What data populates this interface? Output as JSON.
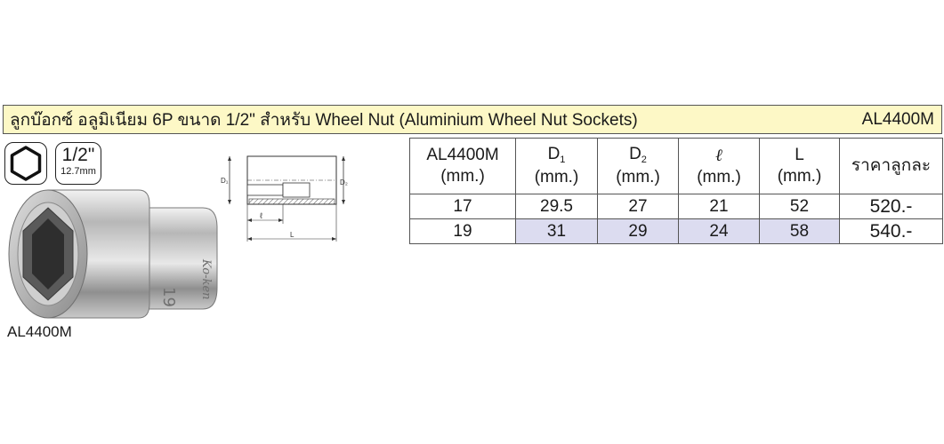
{
  "header": {
    "title": "ลูกบ๊อกซ์ อลูมิเนียม 6P ขนาด 1/2\" สำหรับ Wheel Nut (Aluminium Wheel Nut Sockets)",
    "code": "AL4400M"
  },
  "badges": {
    "hex_icon": "hexagon-icon",
    "drive_size": "1/2\"",
    "drive_size_mm": "12.7mm"
  },
  "drawing": {
    "label_d1": "D₁",
    "label_d2": "D₂",
    "label_l_small": "ℓ",
    "label_l": "L"
  },
  "photo": {
    "brand": "Ko-ken",
    "size_mark": "19",
    "caption": "AL4400M"
  },
  "table": {
    "headers": [
      {
        "main": "AL4400M",
        "sub": "",
        "unit": "(mm.)"
      },
      {
        "main": "D",
        "sub": "1",
        "unit": "(mm.)"
      },
      {
        "main": "D",
        "sub": "2",
        "unit": "(mm.)"
      },
      {
        "main": "ℓ",
        "sub": "",
        "unit": "(mm.)"
      },
      {
        "main": "L",
        "sub": "",
        "unit": "(mm.)"
      },
      {
        "main": "ราคาลูกละ",
        "sub": "",
        "unit": ""
      }
    ],
    "rows": [
      {
        "size": "17",
        "d1": "29.5",
        "d2": "27",
        "l_small": "21",
        "l": "52",
        "price": "520.-"
      },
      {
        "size": "19",
        "d1": "31",
        "d2": "29",
        "l_small": "24",
        "l": "58",
        "price": "540.-"
      }
    ]
  },
  "colors": {
    "title_bg": "#fdf8c6",
    "row_highlight": "#dcdcf0"
  }
}
